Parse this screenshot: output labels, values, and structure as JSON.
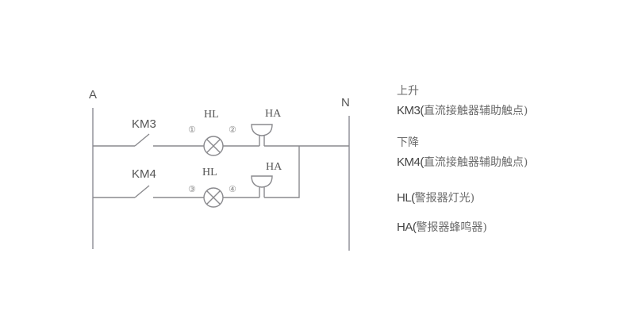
{
  "diagram": {
    "type": "circuit",
    "colors": {
      "wire": "#8a8a8e",
      "text": "#555555"
    },
    "rails": {
      "left": "A",
      "right": "N"
    },
    "branches": [
      {
        "switch": "KM3",
        "lamp": "HL",
        "buzzer": "HA",
        "node_left": "①",
        "node_right": "②"
      },
      {
        "switch": "KM4",
        "lamp": "HL",
        "buzzer": "HA",
        "node_left": "③",
        "node_right": "④"
      }
    ]
  },
  "legend": [
    {
      "title": "上升",
      "code": "KM3(",
      "desc": "直流接触器辅助触点)"
    },
    {
      "title": "下降",
      "code": "KM4(",
      "desc": "直流接触器辅助触点)"
    },
    {
      "title": "",
      "code": "HL(",
      "desc": "警报器灯光)"
    },
    {
      "title": "",
      "code": "HA(",
      "desc": "警报器蜂鸣器)"
    }
  ]
}
